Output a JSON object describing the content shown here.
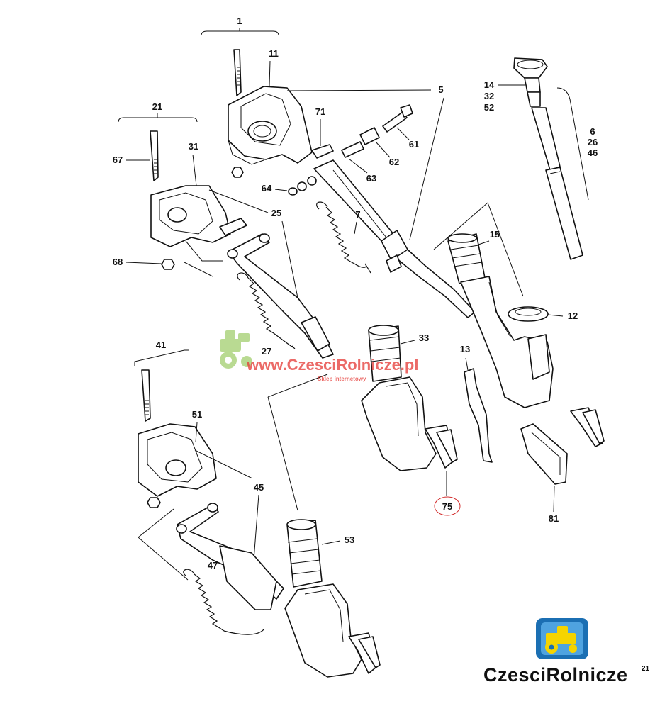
{
  "part_labels": {
    "l1": "1",
    "l11": "11",
    "l5": "5",
    "l71": "71",
    "l61": "61",
    "l62": "62",
    "l63": "63",
    "l64": "64",
    "l7": "7",
    "l21": "21",
    "l67": "67",
    "l31": "31",
    "l25": "25",
    "l68": "68",
    "l14": "14",
    "l32": "32",
    "l52": "52",
    "l6": "6",
    "l26": "26",
    "l46": "46",
    "l15": "15",
    "l12": "12",
    "l33": "33",
    "l27": "27",
    "l13": "13",
    "l75": "75",
    "l81": "81",
    "l41": "41",
    "l51": "51",
    "l45": "45",
    "l53": "53",
    "l47": "47"
  },
  "watermark": {
    "url": "www.CzesciRolnicze.pl",
    "subtitle": "Sklep internetowy",
    "color": "#e53935",
    "icon": "tractor-icon",
    "icon_color": "#8bc34a"
  },
  "brand": {
    "name": "CzesciRolnicze",
    "superscript": "21",
    "logo_icon": "tractor-icon",
    "logo_colors": {
      "frame": "#1b6fb3",
      "tractor": "#f5d400"
    }
  },
  "highlight": {
    "part": "75",
    "color": "#d32f2f"
  }
}
